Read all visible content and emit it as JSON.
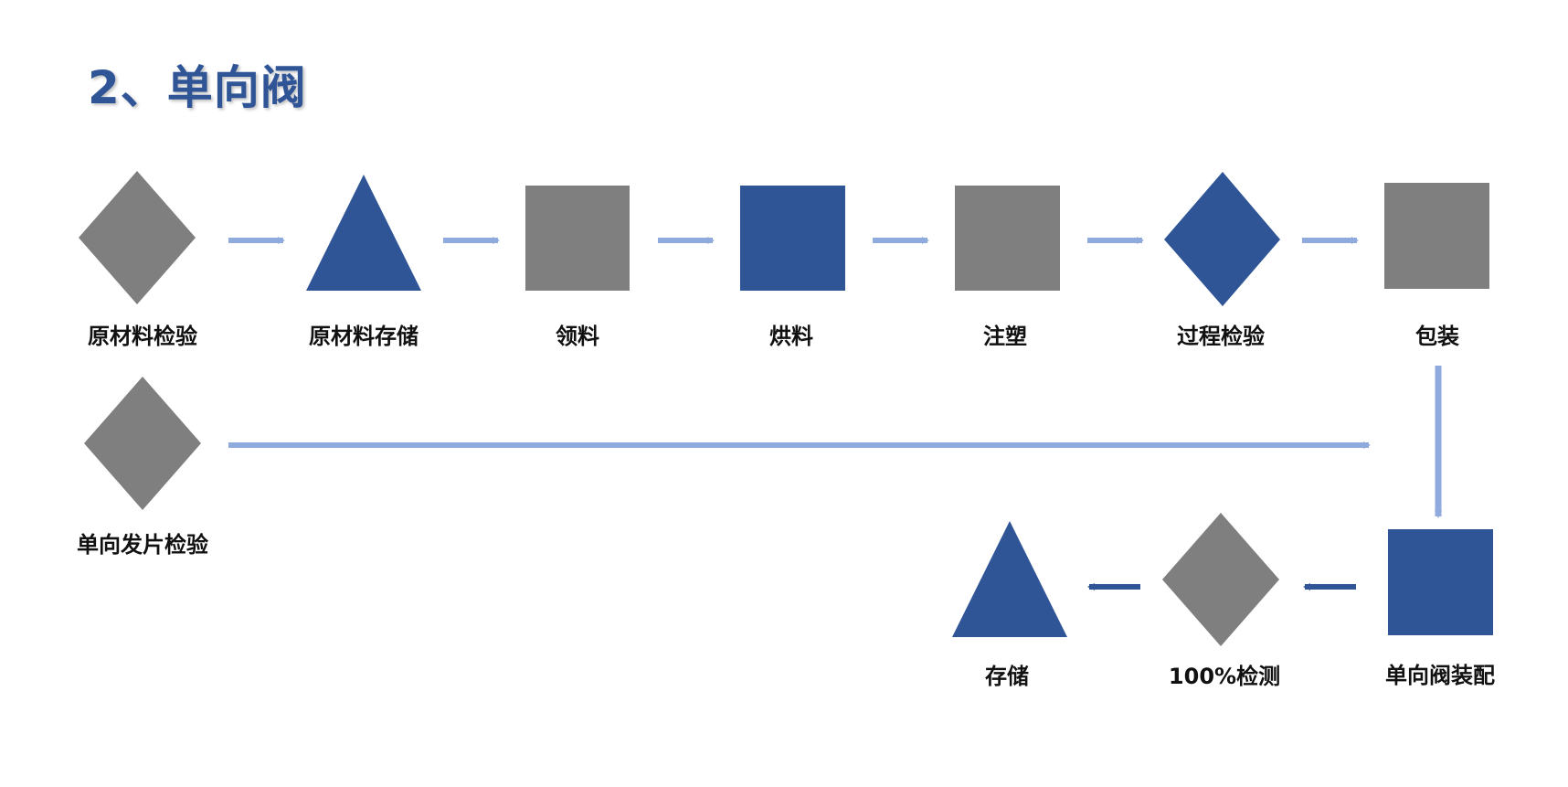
{
  "title": "2、单向阀",
  "colors": {
    "blue": "#2f5597",
    "gray": "#7f7f7f",
    "light_arrow": "#8faadc"
  },
  "steps": [
    {
      "label": "原材料检验",
      "shape": "diamond",
      "color": "gray"
    },
    {
      "label": "原材料存储",
      "shape": "triangle",
      "color": "blue"
    },
    {
      "label": "领料",
      "shape": "square",
      "color": "gray"
    },
    {
      "label": "烘料",
      "shape": "square",
      "color": "blue"
    },
    {
      "label": "注塑",
      "shape": "square",
      "color": "gray"
    },
    {
      "label": "过程检验",
      "shape": "diamond",
      "color": "blue"
    },
    {
      "label": "包装",
      "shape": "square",
      "color": "gray"
    },
    {
      "label": "单向发片检验",
      "shape": "diamond",
      "color": "gray"
    },
    {
      "label": "单向阀装配",
      "shape": "square",
      "color": "blue"
    },
    {
      "label": "100%检测",
      "shape": "diamond",
      "color": "gray"
    },
    {
      "label": "存储",
      "shape": "triangle",
      "color": "blue"
    }
  ]
}
